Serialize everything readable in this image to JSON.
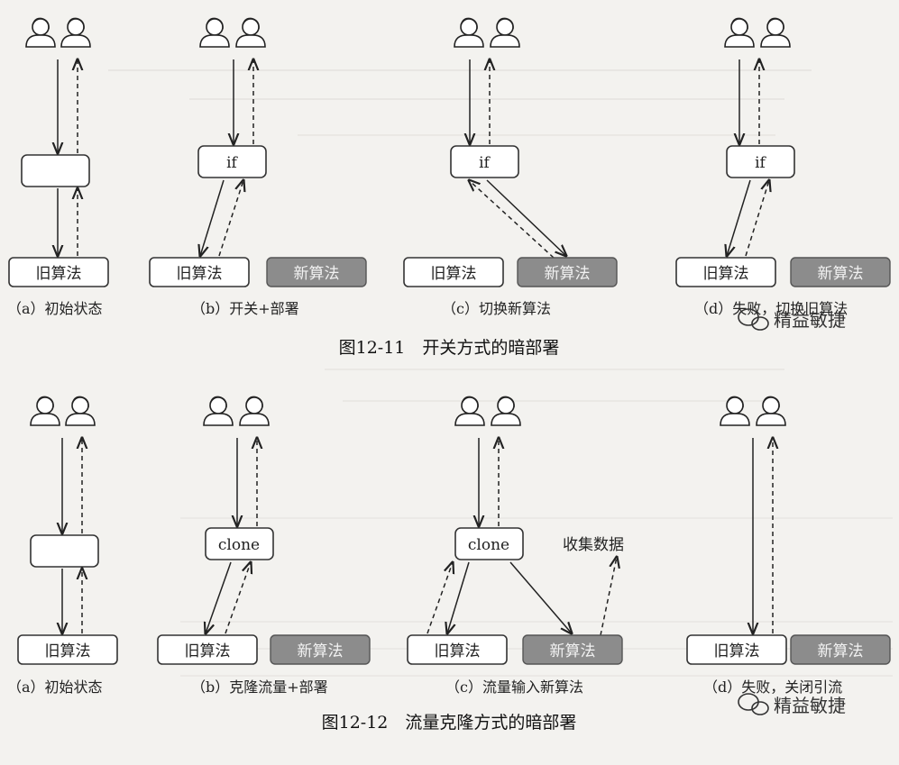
{
  "fig1": {
    "caption": "图12-11　开关方式的暗部署",
    "panels": [
      {
        "middle": "",
        "old": "旧算法",
        "new": "",
        "label": "（a）初始状态"
      },
      {
        "middle": "if",
        "old": "旧算法",
        "new": "新算法",
        "label": "（b）开关+部署"
      },
      {
        "middle": "if",
        "old": "旧算法",
        "new": "新算法",
        "label": "（c）切换新算法"
      },
      {
        "middle": "if",
        "old": "旧算法",
        "new": "新算法",
        "label": "（d）失败，切换旧算法"
      }
    ]
  },
  "fig2": {
    "caption": "图12-12　流量克隆方式的暗部署",
    "collect": "收集数据",
    "panels": [
      {
        "middle": "",
        "old": "旧算法",
        "new": "",
        "label": "（a）初始状态"
      },
      {
        "middle": "clone",
        "old": "旧算法",
        "new": "新算法",
        "label": "（b）克隆流量+部署"
      },
      {
        "middle": "clone",
        "old": "旧算法",
        "new": "新算法",
        "label": "（c）流量输入新算法"
      },
      {
        "middle": "",
        "old": "旧算法",
        "new": "新算法",
        "label": "（d）失败，关闭引流"
      }
    ]
  },
  "watermark": "精益敏捷"
}
